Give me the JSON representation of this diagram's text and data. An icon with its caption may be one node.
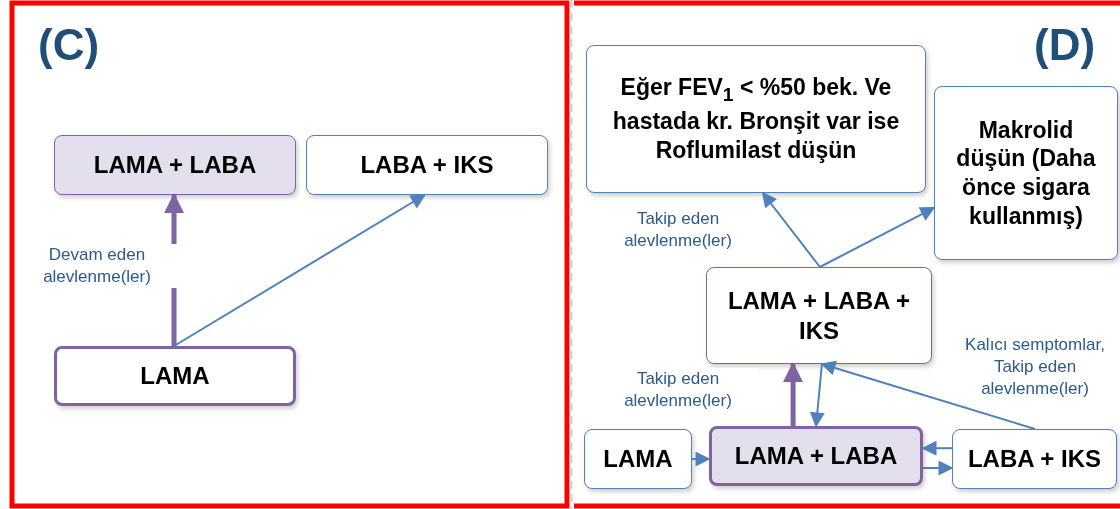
{
  "diagram": {
    "nodes": [
      {
        "text": [
          "LAMA + LABA"
        ]
      },
      {
        "text": [
          "LABA + IKS"
        ]
      },
      {
        "text": [
          "LAMA"
        ]
      },
      {
        "text": [
          "Eğer FEV$_{1}$ < %50 bek. Ve hastada kr. Bronşit var ise Roflumilast düşün"
        ]
      },
      {
        "text": [
          "Makrolid düşün (Daha önce sigara kullanmış)"
        ]
      },
      {
        "text": [
          "LAMA + LABA + IKS"
        ]
      },
      {
        "text": [
          "LAMA"
        ]
      },
      {
        "text": [
          "LAMA + LABA"
        ]
      },
      {
        "text": [
          "LABA + IKS"
        ]
      }
    ],
    "edges": [
      {
        "from": 2,
        "to": 0,
        "arrow": "to",
        "label": "Devam eden alevlenme(ler)",
        "style": "thick",
        "color": "#8064a2"
      },
      {
        "from": 2,
        "to": 1,
        "arrow": "to"
      },
      {
        "from": 5,
        "to": 3,
        "arrow": "to",
        "label": "Takip eden alevlenme(ler)"
      },
      {
        "from": 5,
        "to": 4,
        "arrow": "to"
      },
      {
        "from": 7,
        "to": 5,
        "arrow": "to",
        "label": "Takip eden alevlenme(ler)",
        "style": "thick",
        "color": "#8064a2"
      },
      {
        "from": 5,
        "to": 7,
        "arrow": "to"
      },
      {
        "from": 8,
        "to": 5,
        "arrow": "to",
        "label": "Kalıcı semptomlar, Takip eden alevlenme(ler)"
      },
      {
        "from": 6,
        "to": 7,
        "arrow": "to"
      },
      {
        "from": 8,
        "to": 7,
        "arrow": "to"
      },
      {
        "from": 7,
        "to": 8,
        "arrow": "to"
      }
    ],
    "labels": [
      "(C)",
      "(D)"
    ]
  }
}
